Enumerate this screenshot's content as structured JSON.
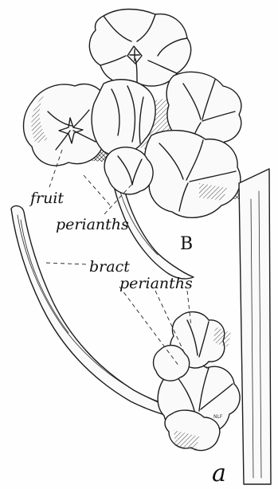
{
  "labels": {
    "fruit": "fruit",
    "perianths_top": "perianths",
    "fig_b": "B",
    "bract": "bract",
    "perianths_bottom": "perianths",
    "fig_a": "a"
  },
  "colors": {
    "ink": "#1d1d1d",
    "paper": "#fefefe"
  }
}
